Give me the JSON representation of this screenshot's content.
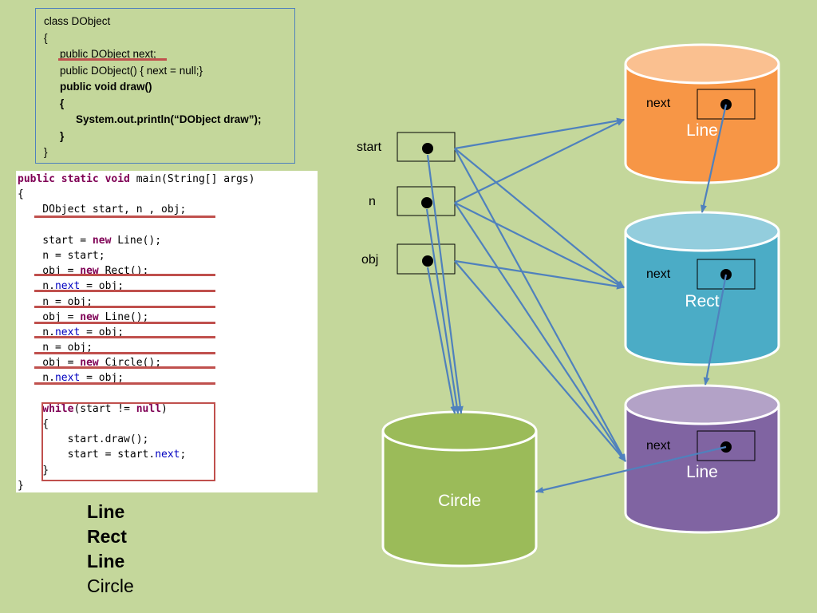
{
  "class_def": {
    "line1": "class DObject",
    "line2": "{",
    "line3": "public DObject next;",
    "line4": "public DObject() { next = null;}",
    "line5": "public void draw()",
    "line6": "{",
    "line7": "System.out.println(“DObject draw”);",
    "line8": "}",
    "line9": "}"
  },
  "main_code": {
    "l1a": "public static void",
    "l1b": " main(String[] args)",
    "l2": "{",
    "l3": "    DObject start, n , obj;",
    "l5": "    start = ",
    "l5k": "new",
    "l5b": " Line();",
    "l6": "    n = start;",
    "l7": "    obj = ",
    "l7k": "new",
    "l7b": " Rect();",
    "l8a": "    n.",
    "l8f": "next",
    "l8b": " = obj;",
    "l9": "    n = obj;",
    "l10": "    obj = ",
    "l10k": "new",
    "l10b": " Line();",
    "l11a": "    n.",
    "l11f": "next",
    "l11b": " = obj;",
    "l12": "    n = obj;",
    "l13": "    obj = ",
    "l13k": "new",
    "l13b": " Circle();",
    "l14a": "    n.",
    "l14f": "next",
    "l14b": " = obj;",
    "l16k": "    while",
    "l16a": "(start != ",
    "l16k2": "null",
    "l16b": ")",
    "l17": "    {",
    "l18": "        start.draw();",
    "l19a": "        start = start.",
    "l19f": "next",
    "l19b": ";",
    "l20": "    }",
    "l21": "}"
  },
  "output": {
    "line1": "Line",
    "line2": "Rect",
    "line3": "Line",
    "line4": "Circle"
  },
  "refs": {
    "start": "start",
    "n": "n",
    "obj": "obj"
  },
  "objects": {
    "line_top": {
      "name": "Line",
      "field": "next",
      "color": "#f79646"
    },
    "rect": {
      "name": "Rect",
      "field": "next",
      "color": "#4bacc6"
    },
    "line_bottom": {
      "name": "Line",
      "field": "next",
      "color": "#8064a2"
    },
    "circle": {
      "name": "Circle",
      "color": "#9bbb59"
    }
  },
  "colors": {
    "background": "#c4d79b",
    "arrow": "#4f81bd",
    "underline": "#c0504d"
  }
}
